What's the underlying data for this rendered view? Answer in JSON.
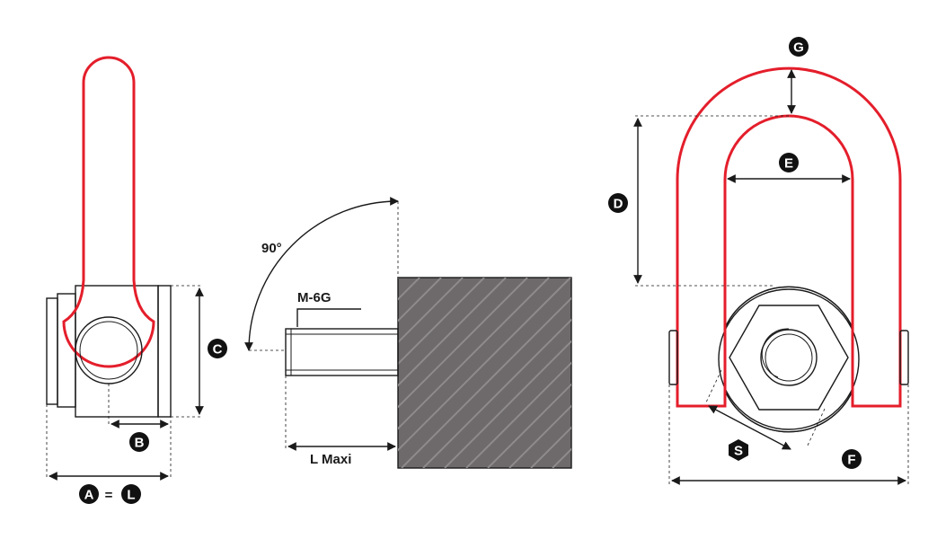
{
  "labels": {
    "a": "A",
    "equals": "=",
    "l": "L",
    "b": "B",
    "c": "C",
    "d": "D",
    "e": "E",
    "f": "F",
    "g": "G",
    "s": "S"
  },
  "texts": {
    "angle": "90°",
    "thread": "M-6G",
    "length": "L Maxi"
  },
  "colors": {
    "shackle": "#e41e2b",
    "line": "#1a1a1a",
    "hatch_fill": "#6e6a6c",
    "hatch_line": "#8f8b8d"
  }
}
